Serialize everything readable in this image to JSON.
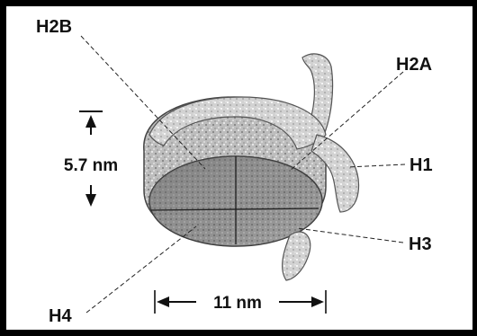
{
  "figure": {
    "labels": {
      "h2b": "H2B",
      "h2a": "H2A",
      "h1": "H1",
      "h3": "H3",
      "h4": "H4"
    },
    "dimensions": {
      "height": "5.7 nm",
      "width": "11 nm"
    }
  },
  "colors": {
    "border": "#000000",
    "label_text": "#111111"
  }
}
